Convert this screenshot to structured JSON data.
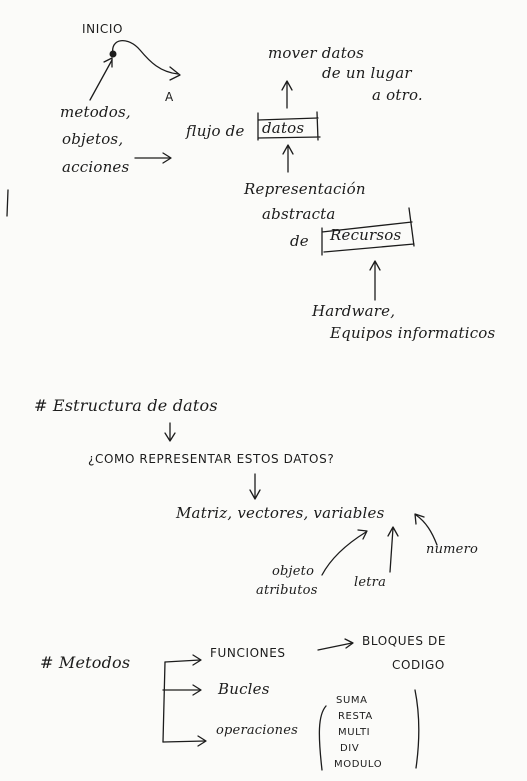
{
  "top_section": {
    "inicio": "INICIO",
    "arrow_a": "A",
    "metodos": "metodos,",
    "objetos": "objetos,",
    "acciones": "acciones",
    "flujo_de": "flujo de",
    "datos": "datos",
    "mover_1": "mover datos",
    "mover_2": "de un lugar",
    "mover_3": "a otro.",
    "repr_1": "Representación",
    "repr_2": "abstracta",
    "repr_3": "de",
    "recursos": "Recursos",
    "hw_1": "Hardware,",
    "hw_2": "Equipos informaticos"
  },
  "estructura_section": {
    "heading": "# Estructura de datos",
    "question": "¿COMO REPRESENTAR ESTOS DATOS?",
    "list": "Matriz, vectores, variables",
    "objeto_1": "objeto",
    "objeto_2": "atributos",
    "letra": "letra",
    "numero": "numero"
  },
  "metodos_section": {
    "heading": "# Metodos",
    "funciones": "FUNCIONES",
    "bloques_1": "BLOQUES DE",
    "bloques_2": "CODIGO",
    "bucles": "Bucles",
    "operaciones": "operaciones",
    "ops": [
      "SUMA",
      "RESTA",
      "MULTI",
      "DIV",
      "MODULO"
    ]
  }
}
